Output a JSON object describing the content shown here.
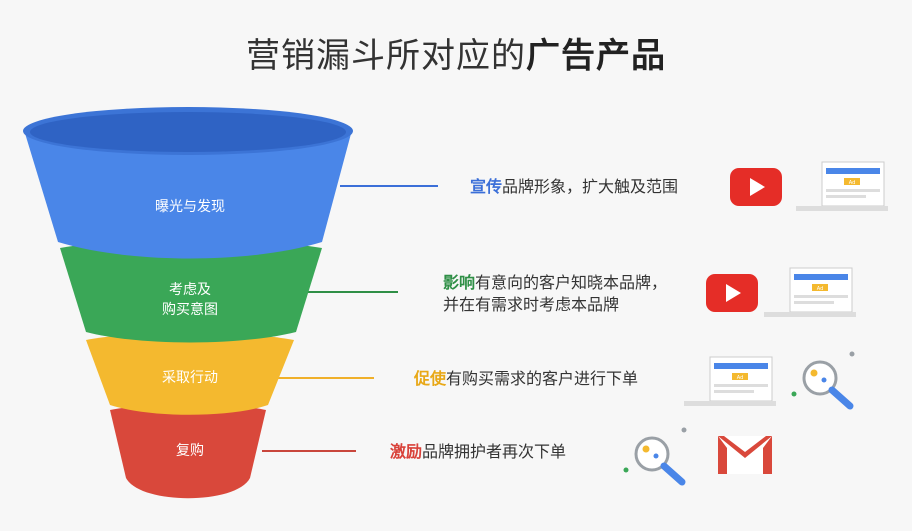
{
  "title": {
    "prefix": "营销漏斗所对应的",
    "highlight": "广告产品"
  },
  "stages": [
    {
      "label": "曝光与发现",
      "color": "#4a86e8",
      "lineColor": "#3b6fd8",
      "desc_highlight": "宣传",
      "desc_lines": [
        "品牌形象，扩大触及范围"
      ],
      "icons": [
        "youtube-icon",
        "display-ad-icon"
      ]
    },
    {
      "label": "考虑及\n购买意图",
      "color": "#3aa757",
      "lineColor": "#2f8f46",
      "desc_highlight": "影响",
      "desc_lines": [
        "有意向的客户知晓本品牌，",
        "并在有需求时考虑本品牌"
      ],
      "icons": [
        "youtube-icon",
        "display-ad-icon"
      ]
    },
    {
      "label": "采取行动",
      "color": "#f4b92f",
      "lineColor": "#f0b02a",
      "desc_highlight": "促使",
      "desc_lines": [
        "有购买需求的客户进行下单"
      ],
      "icons": [
        "display-ad-icon",
        "search-icon"
      ]
    },
    {
      "label": "复购",
      "color": "#d9483b",
      "lineColor": "#c9463c",
      "desc_highlight": "激励",
      "desc_lines": [
        "品牌拥护者再次下单"
      ],
      "icons": [
        "search-icon",
        "gmail-icon"
      ]
    }
  ],
  "ad_badge": "Ad"
}
